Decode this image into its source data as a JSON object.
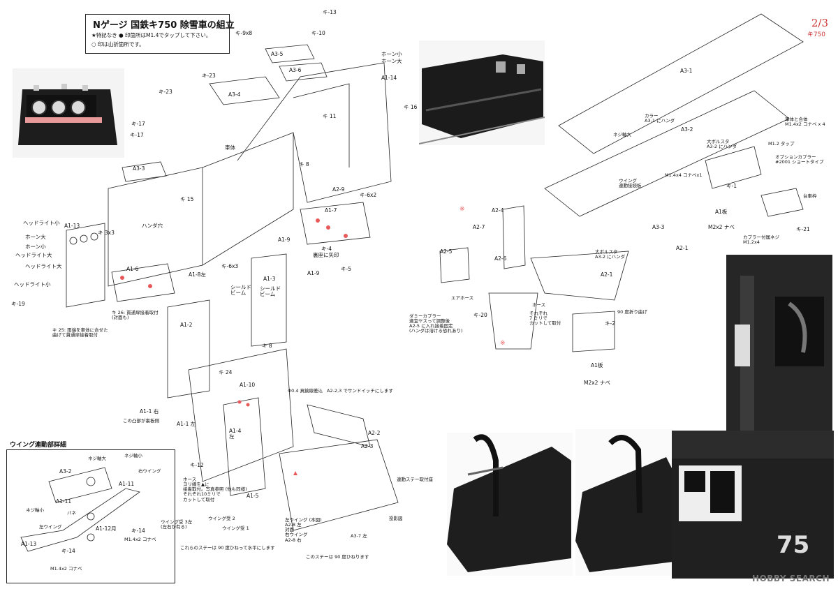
{
  "header": {
    "title": "Nゲージ 国鉄キ750 除雪車の組立",
    "note_1": "★特記なき ● 印箇所はM1.4でタップして下さい。",
    "note_2": "○ 印は山折箇所です。",
    "page": "2/3",
    "code": "キ750"
  },
  "labels": [
    {
      "id": "lbl-ki-13",
      "text": "キ-13"
    },
    {
      "id": "lbl-ki-9x8",
      "text": "キ-9x8"
    },
    {
      "id": "lbl-ki-10",
      "text": "キ-10"
    },
    {
      "id": "lbl-horn-s",
      "text": "ホーン小"
    },
    {
      "id": "lbl-horn-l",
      "text": "ホーン大"
    },
    {
      "id": "lbl-a3-5",
      "text": "A3-5"
    },
    {
      "id": "lbl-a3-6",
      "text": "A3-6"
    },
    {
      "id": "lbl-a1-14",
      "text": "A1-14"
    },
    {
      "id": "lbl-ki-23a",
      "text": "キ-23"
    },
    {
      "id": "lbl-ki-23b",
      "text": "キ-23"
    },
    {
      "id": "lbl-a3-4",
      "text": "A3-4"
    },
    {
      "id": "lbl-ki-16",
      "text": "キ 16"
    },
    {
      "id": "lbl-ki-11",
      "text": "キ 11"
    },
    {
      "id": "lbl-ki-17a",
      "text": "キ-17"
    },
    {
      "id": "lbl-ki-17b",
      "text": "キ-17"
    },
    {
      "id": "lbl-shatai",
      "text": "車体"
    },
    {
      "id": "lbl-ki-8a",
      "text": "キ 8"
    },
    {
      "id": "lbl-a3-3",
      "text": "A3-3"
    },
    {
      "id": "lbl-a2-9",
      "text": "A2-9"
    },
    {
      "id": "lbl-ki-6x2",
      "text": "キ-6x2"
    },
    {
      "id": "lbl-ki-15",
      "text": "キ 15"
    },
    {
      "id": "lbl-handa",
      "text": "ハンダ穴"
    },
    {
      "id": "lbl-a1-7",
      "text": "A1-7"
    },
    {
      "id": "lbl-headlight-s1",
      "text": "ヘッドライト小"
    },
    {
      "id": "lbl-a1-13",
      "text": "A1-13"
    },
    {
      "id": "lbl-ki-3x3",
      "text": "キ 3x3"
    },
    {
      "id": "lbl-horn-l2",
      "text": "ホーン大"
    },
    {
      "id": "lbl-horn-s2",
      "text": "ホーン小"
    },
    {
      "id": "lbl-headlight-l1",
      "text": "ヘッドライト大"
    },
    {
      "id": "lbl-headlight-l2",
      "text": "ヘッドライト大"
    },
    {
      "id": "lbl-headlight-s2",
      "text": "ヘッドライト小"
    },
    {
      "id": "lbl-ki-19",
      "text": "キ-19"
    },
    {
      "id": "lbl-a1-9a",
      "text": "A1-9"
    },
    {
      "id": "lbl-ki-4",
      "text": "キ-4"
    },
    {
      "id": "lbl-uraza",
      "text": "裏座に矢印"
    },
    {
      "id": "lbl-a1-9b",
      "text": "A1-9"
    },
    {
      "id": "lbl-ki-5",
      "text": "キ-5"
    },
    {
      "id": "lbl-a1-6",
      "text": "A1-6"
    },
    {
      "id": "lbl-ki-6x3",
      "text": "キ-6x3"
    },
    {
      "id": "lbl-a1-8",
      "text": "A1-8左"
    },
    {
      "id": "lbl-a1-3",
      "text": "A1-3"
    },
    {
      "id": "lbl-shield1",
      "text": "シールド\nビーム"
    },
    {
      "id": "lbl-shield2",
      "text": "シールド\nビーム"
    },
    {
      "id": "lbl-ki-25",
      "text": "キ 25: 雨端を車体に合せた\n曲げて貫通扉接着取付"
    },
    {
      "id": "lbl-ki-26",
      "text": "キ 26: 貫通扉接着取付\n(対面も)"
    },
    {
      "id": "lbl-a1-2",
      "text": "A1-2"
    },
    {
      "id": "lbl-ki-8b",
      "text": "キ 8"
    },
    {
      "id": "lbl-ki-24",
      "text": "キ 24"
    },
    {
      "id": "lbl-a1-10",
      "text": "A1-10"
    },
    {
      "id": "lbl-phi04",
      "text": "Φ0.4 真鍮線差込"
    },
    {
      "id": "lbl-a2-23",
      "text": "A2-2,3 でサンドイッチにします"
    },
    {
      "id": "lbl-a1-1",
      "text": "A1-1 右"
    },
    {
      "id": "lbl-kono",
      "text": "この凸部が裏板側"
    },
    {
      "id": "lbl-a1-1l",
      "text": "A1-1 左"
    },
    {
      "id": "lbl-a1-4",
      "text": "A1-4\n左"
    },
    {
      "id": "lbl-a2-2",
      "text": "A2-2"
    },
    {
      "id": "lbl-a2-3",
      "text": "A2-3"
    },
    {
      "id": "lbl-ki-12",
      "text": "キ-12"
    },
    {
      "id": "lbl-hose",
      "text": "ホース\nヨリ線を▲に\n接着取付。写真参照 (他も同様)\nそれぞれ10ミリで\nカットして取付"
    },
    {
      "id": "lbl-stay",
      "text": "連動ステー取付座"
    },
    {
      "id": "lbl-a1-5",
      "text": "A1-5"
    },
    {
      "id": "lbl-wing3",
      "text": "ウイング受 3左\n(左右が有る)"
    },
    {
      "id": "lbl-wing2",
      "text": "ウイング受 2"
    },
    {
      "id": "lbl-wing1",
      "text": "ウイング受 1"
    },
    {
      "id": "lbl-lwing",
      "text": "左ウイング (本図)\nA2-8 左\n対面\n右ウイング\nA2-8 右"
    },
    {
      "id": "lbl-tosei",
      "text": "投影図"
    },
    {
      "id": "lbl-a3-7",
      "text": "A3-7 左"
    },
    {
      "id": "lbl-stay90a",
      "text": "これらのステーは 90 度ひねって水平にします"
    },
    {
      "id": "lbl-stay90b",
      "text": "このステーは 90 度ひねります"
    },
    {
      "id": "lbl-a3-1",
      "text": "A3-1"
    },
    {
      "id": "lbl-a3-2",
      "text": "A3-2"
    },
    {
      "id": "lbl-collar",
      "text": "カラー\nA3-1 にハンダ"
    },
    {
      "id": "lbl-gattai",
      "text": "車体と合体\nM1.4x2 コナベ x 4"
    },
    {
      "id": "lbl-neji-l",
      "text": "ネジ軸大"
    },
    {
      "id": "lbl-bolsta",
      "text": "大ボルスタ\nA3-2 にハンダ"
    },
    {
      "id": "lbl-m12",
      "text": "M1.2 タップ"
    },
    {
      "id": "lbl-option",
      "text": "オプションカプラー\n#2001 ショートタイプ"
    },
    {
      "id": "lbl-wing-link",
      "text": "ウイング\n連動接続板"
    },
    {
      "id": "lbl-m14x4",
      "text": "M1.4x4 コナベx1"
    },
    {
      "id": "lbl-ki-1",
      "text": "キ-1"
    },
    {
      "id": "lbl-daisha",
      "text": "台車枠"
    },
    {
      "id": "lbl-a1-board",
      "text": "A1板"
    },
    {
      "id": "lbl-m2x2",
      "text": "M2x2 ナベ"
    },
    {
      "id": "lbl-coupler",
      "text": "カプラー付属ネジ\nM1.2x4"
    },
    {
      "id": "lbl-ki-21",
      "text": "キ-21"
    },
    {
      "id": "lbl-a2-4",
      "text": "A2-4"
    },
    {
      "id": "lbl-a2-7",
      "text": "A2-7"
    },
    {
      "id": "lbl-a3-3b",
      "text": "A3-3"
    },
    {
      "id": "lbl-a2-1a",
      "text": "A2-1"
    },
    {
      "id": "lbl-a2-5",
      "text": "A2-5"
    },
    {
      "id": "lbl-a2-6",
      "text": "A2-6"
    },
    {
      "id": "lbl-big-bolsta",
      "text": "大ボルスタ\nA3-2 にハンダ"
    },
    {
      "id": "lbl-a2-1b",
      "text": "A2-1"
    },
    {
      "id": "lbl-airhose",
      "text": "エアホース"
    },
    {
      "id": "lbl-hose2",
      "text": "ホース"
    },
    {
      "id": "lbl-hose-cut",
      "text": "それぞれ\n7 ミリで\nカットして取付"
    },
    {
      "id": "lbl-ki-20",
      "text": "キ-20"
    },
    {
      "id": "lbl-90deg",
      "text": "90 度折り曲げ"
    },
    {
      "id": "lbl-ki-2",
      "text": "キ-2"
    },
    {
      "id": "lbl-dummy",
      "text": "ダミーカプラー\n適宜ヤスって調整後\nA2-5 に入れ接着固定\n(ハンダは溶ける恐れあり)"
    },
    {
      "id": "lbl-a1-board2",
      "text": "A1板"
    },
    {
      "id": "lbl-m2x2b",
      "text": "M2x2 ナベ"
    },
    {
      "id": "lbl-detail-title",
      "text": "ウイング連動部詳細"
    },
    {
      "id": "lbl-d-nejil",
      "text": "ネジ軸大"
    },
    {
      "id": "lbl-d-nejis",
      "text": "ネジ軸小"
    },
    {
      "id": "lbl-d-a3-2",
      "text": "A3-2"
    },
    {
      "id": "lbl-d-rwing",
      "text": "右ウイング"
    },
    {
      "id": "lbl-d-a1-11a",
      "text": "A1-11"
    },
    {
      "id": "lbl-d-a1-11b",
      "text": "A1-11"
    },
    {
      "id": "lbl-d-bane",
      "text": "バネ"
    },
    {
      "id": "lbl-d-nejis2",
      "text": "ネジ軸小"
    },
    {
      "id": "lbl-d-lwing",
      "text": "左ウイング"
    },
    {
      "id": "lbl-d-a1-12",
      "text": "A1-12月"
    },
    {
      "id": "lbl-d-m14a",
      "text": "M1.4x2 コナベ"
    },
    {
      "id": "lbl-d-a1-13",
      "text": "A1-13"
    },
    {
      "id": "lbl-d-ki-14a",
      "text": "キ-14"
    },
    {
      "id": "lbl-d-ki-14b",
      "text": "キ-14"
    },
    {
      "id": "lbl-d-m14b",
      "text": "M1.4x2 コナベ"
    }
  ],
  "watermark": {
    "brand": "HOBBY SEARCH"
  },
  "colors": {
    "accent": "#e85a5a",
    "line": "#222222",
    "photo": "#1c1c1c"
  }
}
